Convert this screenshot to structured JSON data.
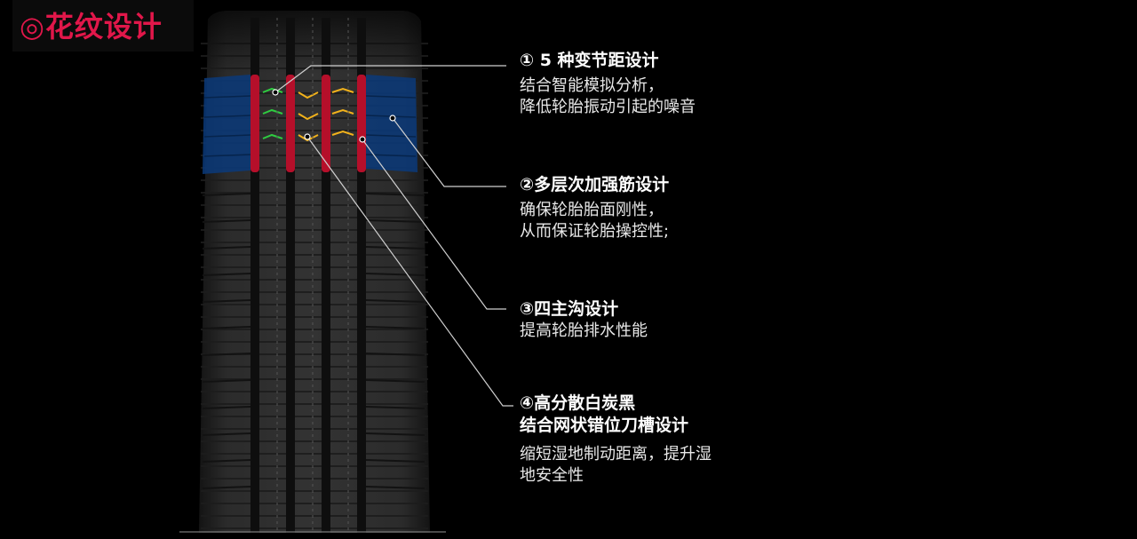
{
  "title": "◎花纹设计",
  "colors": {
    "accent": "#e1174a",
    "groove_highlight": "#c8102e",
    "shoulder_highlight": "#0a3a7a",
    "pitch_marks": "#f2b21b",
    "rib_marks": "#2ecc40"
  },
  "features": [
    {
      "heading": "① 5 种变节距设计",
      "lines": [
        "结合智能模拟分析，",
        "降低轮胎振动引起的噪音"
      ]
    },
    {
      "heading": "②多层次加强筋设计",
      "lines": [
        "确保轮胎胎面刚性，",
        "从而保证轮胎操控性;"
      ]
    },
    {
      "heading": "③四主沟设计",
      "lines": [
        "提高轮胎排水性能"
      ]
    },
    {
      "heading_lines": [
        "④高分散白炭黑",
        "结合网状错位刀槽设计"
      ],
      "lines": [
        "缩短湿地制动距离，提升湿",
        "地安全性"
      ]
    }
  ]
}
